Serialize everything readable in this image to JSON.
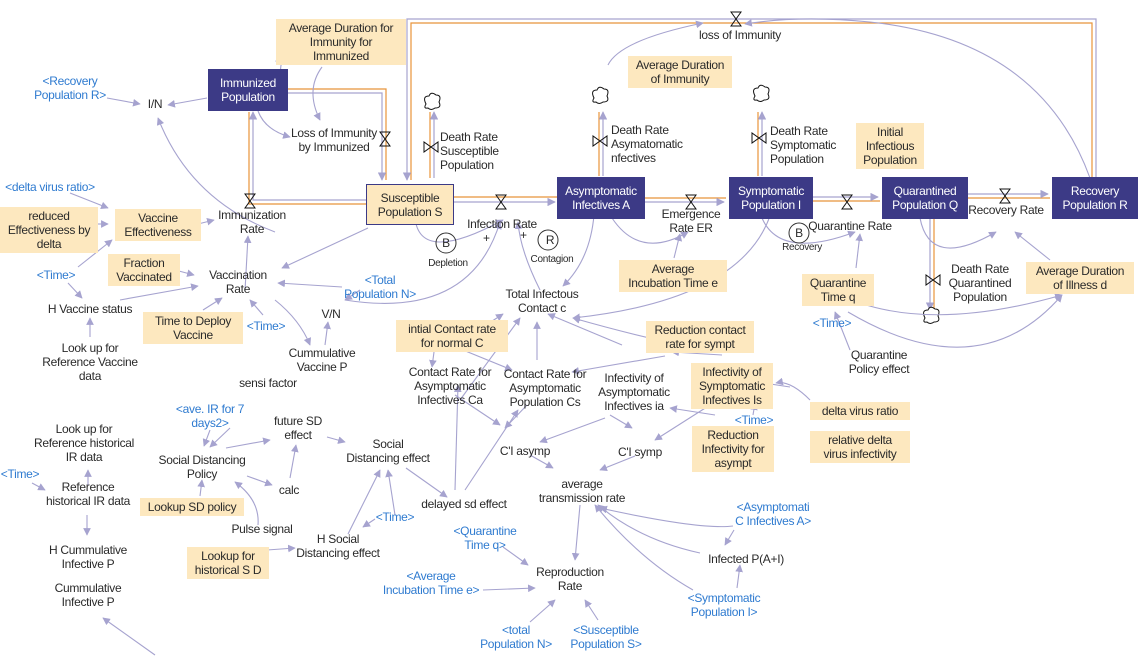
{
  "colors": {
    "stock_fill": "#3c3a86",
    "constant_fill": "#fde8bf",
    "shadow_text": "#2f7bd0",
    "link_arrow": "#a6a3cf",
    "flow_pipe": "#e8943a"
  },
  "stocks": {
    "immunized": "Immunized\nPopulation",
    "susceptible": "Susceptible\nPopulation S",
    "asymptomatic": "Asymptomatic\nInfectives A",
    "symptomatic": "Symptomatic\nPopulation I",
    "quarantined": "Quarantined\nPopulation Q",
    "recovery": "Recovery\nPopulation R"
  },
  "flows": {
    "loss_immunity_immunized": "Loss of Immunity\nby Immunized",
    "immunization_rate": "Immunization\nRate",
    "loss_of_immunity": "loss of Immunity",
    "death_susceptible": "Death Rate\nSusceptible\nPopulation",
    "death_asymptomatic": "Death Rate\nAsymatomatic\nnfectives",
    "death_symptomatic": "Death Rate\nSymptomatic\nPopulation",
    "death_quarantined": "Death Rate\nQuarantined\nPopulation",
    "infection_rate": "Infection Rate",
    "emergence_rate": "Emergence\nRate ER",
    "quarantine_rate": "Quarantine Rate",
    "recovery_rate": "Recovery Rate"
  },
  "constants": {
    "avg_dur_immunity_immunized": "Average Duration for\nImmunity for\nImmunized",
    "avg_dur_immunity": "Average Duration\nof Immunity",
    "initial_infectious": "Initial\nInfectious\nPopulation",
    "reduced_effectiveness": "reduced\nEffectiveness by\ndelta",
    "vaccine_effectiveness": "Vaccine\nEffectiveness",
    "fraction_vaccinated": "Fraction\nVaccinated",
    "time_to_deploy": "Time to Deploy\nVaccine",
    "avg_incubation": "Average\nIncubation Time e",
    "quarantine_time": "Quarantine\nTime q",
    "avg_dur_illness": "Average Duration\nof Illness d",
    "initial_contact": "intial Contact rate\nfor normal C",
    "reduction_contact": "Reduction contact\nrate for sympt",
    "infectivity_symptomatic": "Infectivity of\nSymptomatic\nInfectives Is",
    "delta_virus_ratio": "delta virus ratio",
    "relative_delta": "relative delta\nvirus infectivity",
    "reduction_infectivity": "Reduction\nInfectivity for\nasympt",
    "lookup_sd_policy": "Lookup SD policy",
    "lookup_historical_sd": "Lookup for\nhistorical S D"
  },
  "variables": {
    "i_n": "I/N",
    "vaccination_rate": "Vaccination\nRate",
    "h_vaccine_status": "H Vaccine status",
    "lookup_ref_vaccine": "Look up for\nReference Vaccine\ndata",
    "v_n": "V/N",
    "cumm_vaccine": "Cummulative\nVaccine P",
    "sensi_factor": "sensi factor",
    "total_infectious_contact": "Total Infectous\nContact c",
    "contact_rate_ca": "Contact Rate for\nAsymptomatic\nInfectives Ca",
    "contact_rate_cs": "Contact Rate for\nAsymptomatic\nPopulation Cs",
    "infectivity_asymptomatic": "Infectivity of\nAsymptomatic\nInfectives ia",
    "quarantine_policy": "Quarantine\nPolicy effect",
    "lookup_ref_hist_ir": "Look up for\nReference historical\nIR data",
    "ref_hist_ir": "Reference\nhistorical IR data",
    "h_cumm_infective": "H Cummulative\nInfective P",
    "cumm_infective": "Cummulative\nInfective P",
    "sd_policy": "Social Distancing\nPolicy",
    "future_sd": "future SD\neffect",
    "calc": "calc",
    "pulse_signal": "Pulse signal",
    "sd_effect": "Social\nDistancing effect",
    "delayed_sd": "delayed sd effect",
    "h_sd_effect": "H Social\nDistancing effect",
    "ci_asymp": "C'I asymp",
    "ci_symp": "C'I symp",
    "avg_transmission": "average\ntransmission rate",
    "infected_pah": "Infected P(A+I)",
    "reproduction_rate": "Reproduction\nRate"
  },
  "shadow_variables": {
    "recovery_pop_r": "<Recovery\nPopulation R>",
    "delta_virus_ratio": "<delta virus ratio>",
    "time_1": "<Time>",
    "time_2": "<Time>",
    "time_3": "<Time>",
    "time_4": "<Time>",
    "time_5": "<Time>",
    "time_6": "<Time>",
    "total_pop_n": "<Total\nPopulation N>",
    "ave_ir_7days": "<ave. IR for 7\ndays2>",
    "quarantine_time_q": "<Quarantine\nTime q>",
    "avg_incubation_e": "<Average\nIncubation Time e>",
    "total_pop_n_lower": "<total\nPopulation N>",
    "susceptible_pop_s": "<Susceptible\nPopulation S>",
    "asymptomatic_a": "<Asymptomati\nC Infectives A>",
    "symptomatic_i": "<Symptomatic\nPopulation I>"
  },
  "loops": {
    "depletion": {
      "symbol": "B",
      "name": "Depletion"
    },
    "contagion": {
      "symbol": "R",
      "name": "Contagion"
    },
    "recovery": {
      "symbol": "B",
      "name": "Recovery"
    }
  },
  "polarity": {
    "plus_1": "+",
    "plus_2": "+"
  }
}
